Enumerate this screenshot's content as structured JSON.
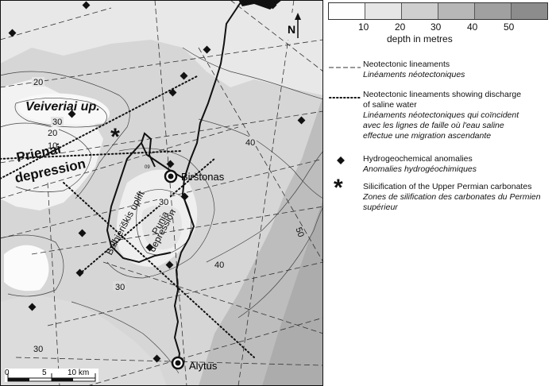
{
  "map": {
    "places": {
      "birstonas": "Birštonas",
      "alytus": "Alytus"
    },
    "structures": {
      "veiveriai": "Veiveriai up.",
      "prienai_1": "Prienai",
      "prienai_2": "depression",
      "balbieriskis": "Balbieriškis uplift",
      "punia_1": "Punia",
      "punia_2": "depression"
    },
    "contour_labels": [
      "20",
      "30",
      "20",
      "10",
      "40",
      "30",
      "30",
      "40",
      "50",
      "30"
    ],
    "small_label": "09",
    "north_label": "N",
    "scale": {
      "ticks": [
        "0",
        "5",
        "10 km"
      ]
    }
  },
  "legend": {
    "ramp_values": [
      "10",
      "20",
      "30",
      "40",
      "50"
    ],
    "ramp_colors": [
      "#fdfdfd",
      "#e6e6e6",
      "#cfcfcf",
      "#b7b7b7",
      "#a0a0a0",
      "#8c8c8c"
    ],
    "ramp_title": "depth in metres",
    "items": [
      {
        "en": "Neotectonic lineaments",
        "fr": "Linéaments néotectoniques"
      },
      {
        "en": "Neotectonic lineaments showing discharge",
        "en2": "of saline water",
        "fr": "Linéaments néotectoniques qui coïncident",
        "fr2": "avec les lignes de faille où l'eau saline",
        "fr3": "effectue une migration ascendante"
      },
      {
        "en": "Hydrogeochemical anomalies",
        "fr": "Anomalies hydrogéochimiques"
      },
      {
        "en": "Silicification of the Upper Permian carbonates",
        "fr": "Zones de silification des carbonates du Permien",
        "fr2": "supérieur"
      }
    ]
  },
  "colors": {
    "very_light": "#f6f6f6",
    "light": "#e5e5e5",
    "medium": "#d3d3d3",
    "dark": "#bcbcbc",
    "darker": "#a9a9a9",
    "ink": "#111111"
  }
}
